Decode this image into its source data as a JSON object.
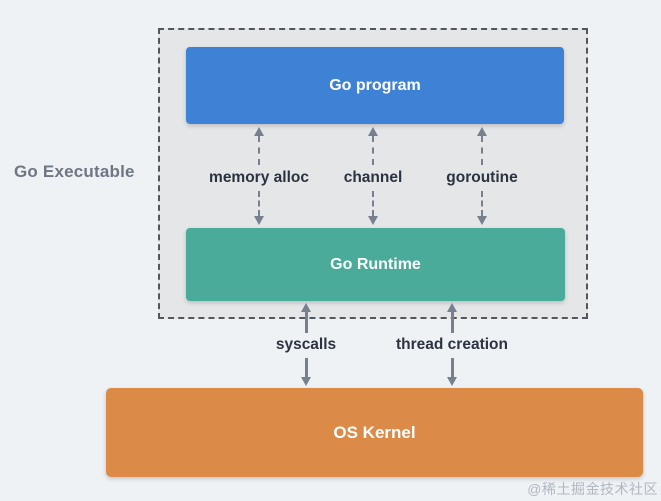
{
  "diagram": {
    "outer_label": "Go Executable",
    "boxes": {
      "go_program": {
        "label": "Go program"
      },
      "go_runtime": {
        "label": "Go Runtime"
      },
      "os_kernel": {
        "label": "OS Kernel"
      }
    },
    "runtime_arrows": [
      {
        "label": "memory alloc"
      },
      {
        "label": "channel"
      },
      {
        "label": "goroutine"
      }
    ],
    "kernel_arrows": [
      {
        "label": "syscalls"
      },
      {
        "label": "thread creation"
      }
    ],
    "watermark": "@稀土掘金技术社区"
  },
  "colors": {
    "page_bg": "#eff2f5",
    "executable_bg": "#e5e6e8",
    "dashed_border": "#52575e",
    "go_program": "#3e82d6",
    "go_runtime": "#4aab9a",
    "os_kernel": "#dc8a48",
    "arrow": "#76808e",
    "arrow_label_text": "#2b3340",
    "outer_label_text": "#6e7683",
    "watermark_text": "#8c93a3"
  }
}
